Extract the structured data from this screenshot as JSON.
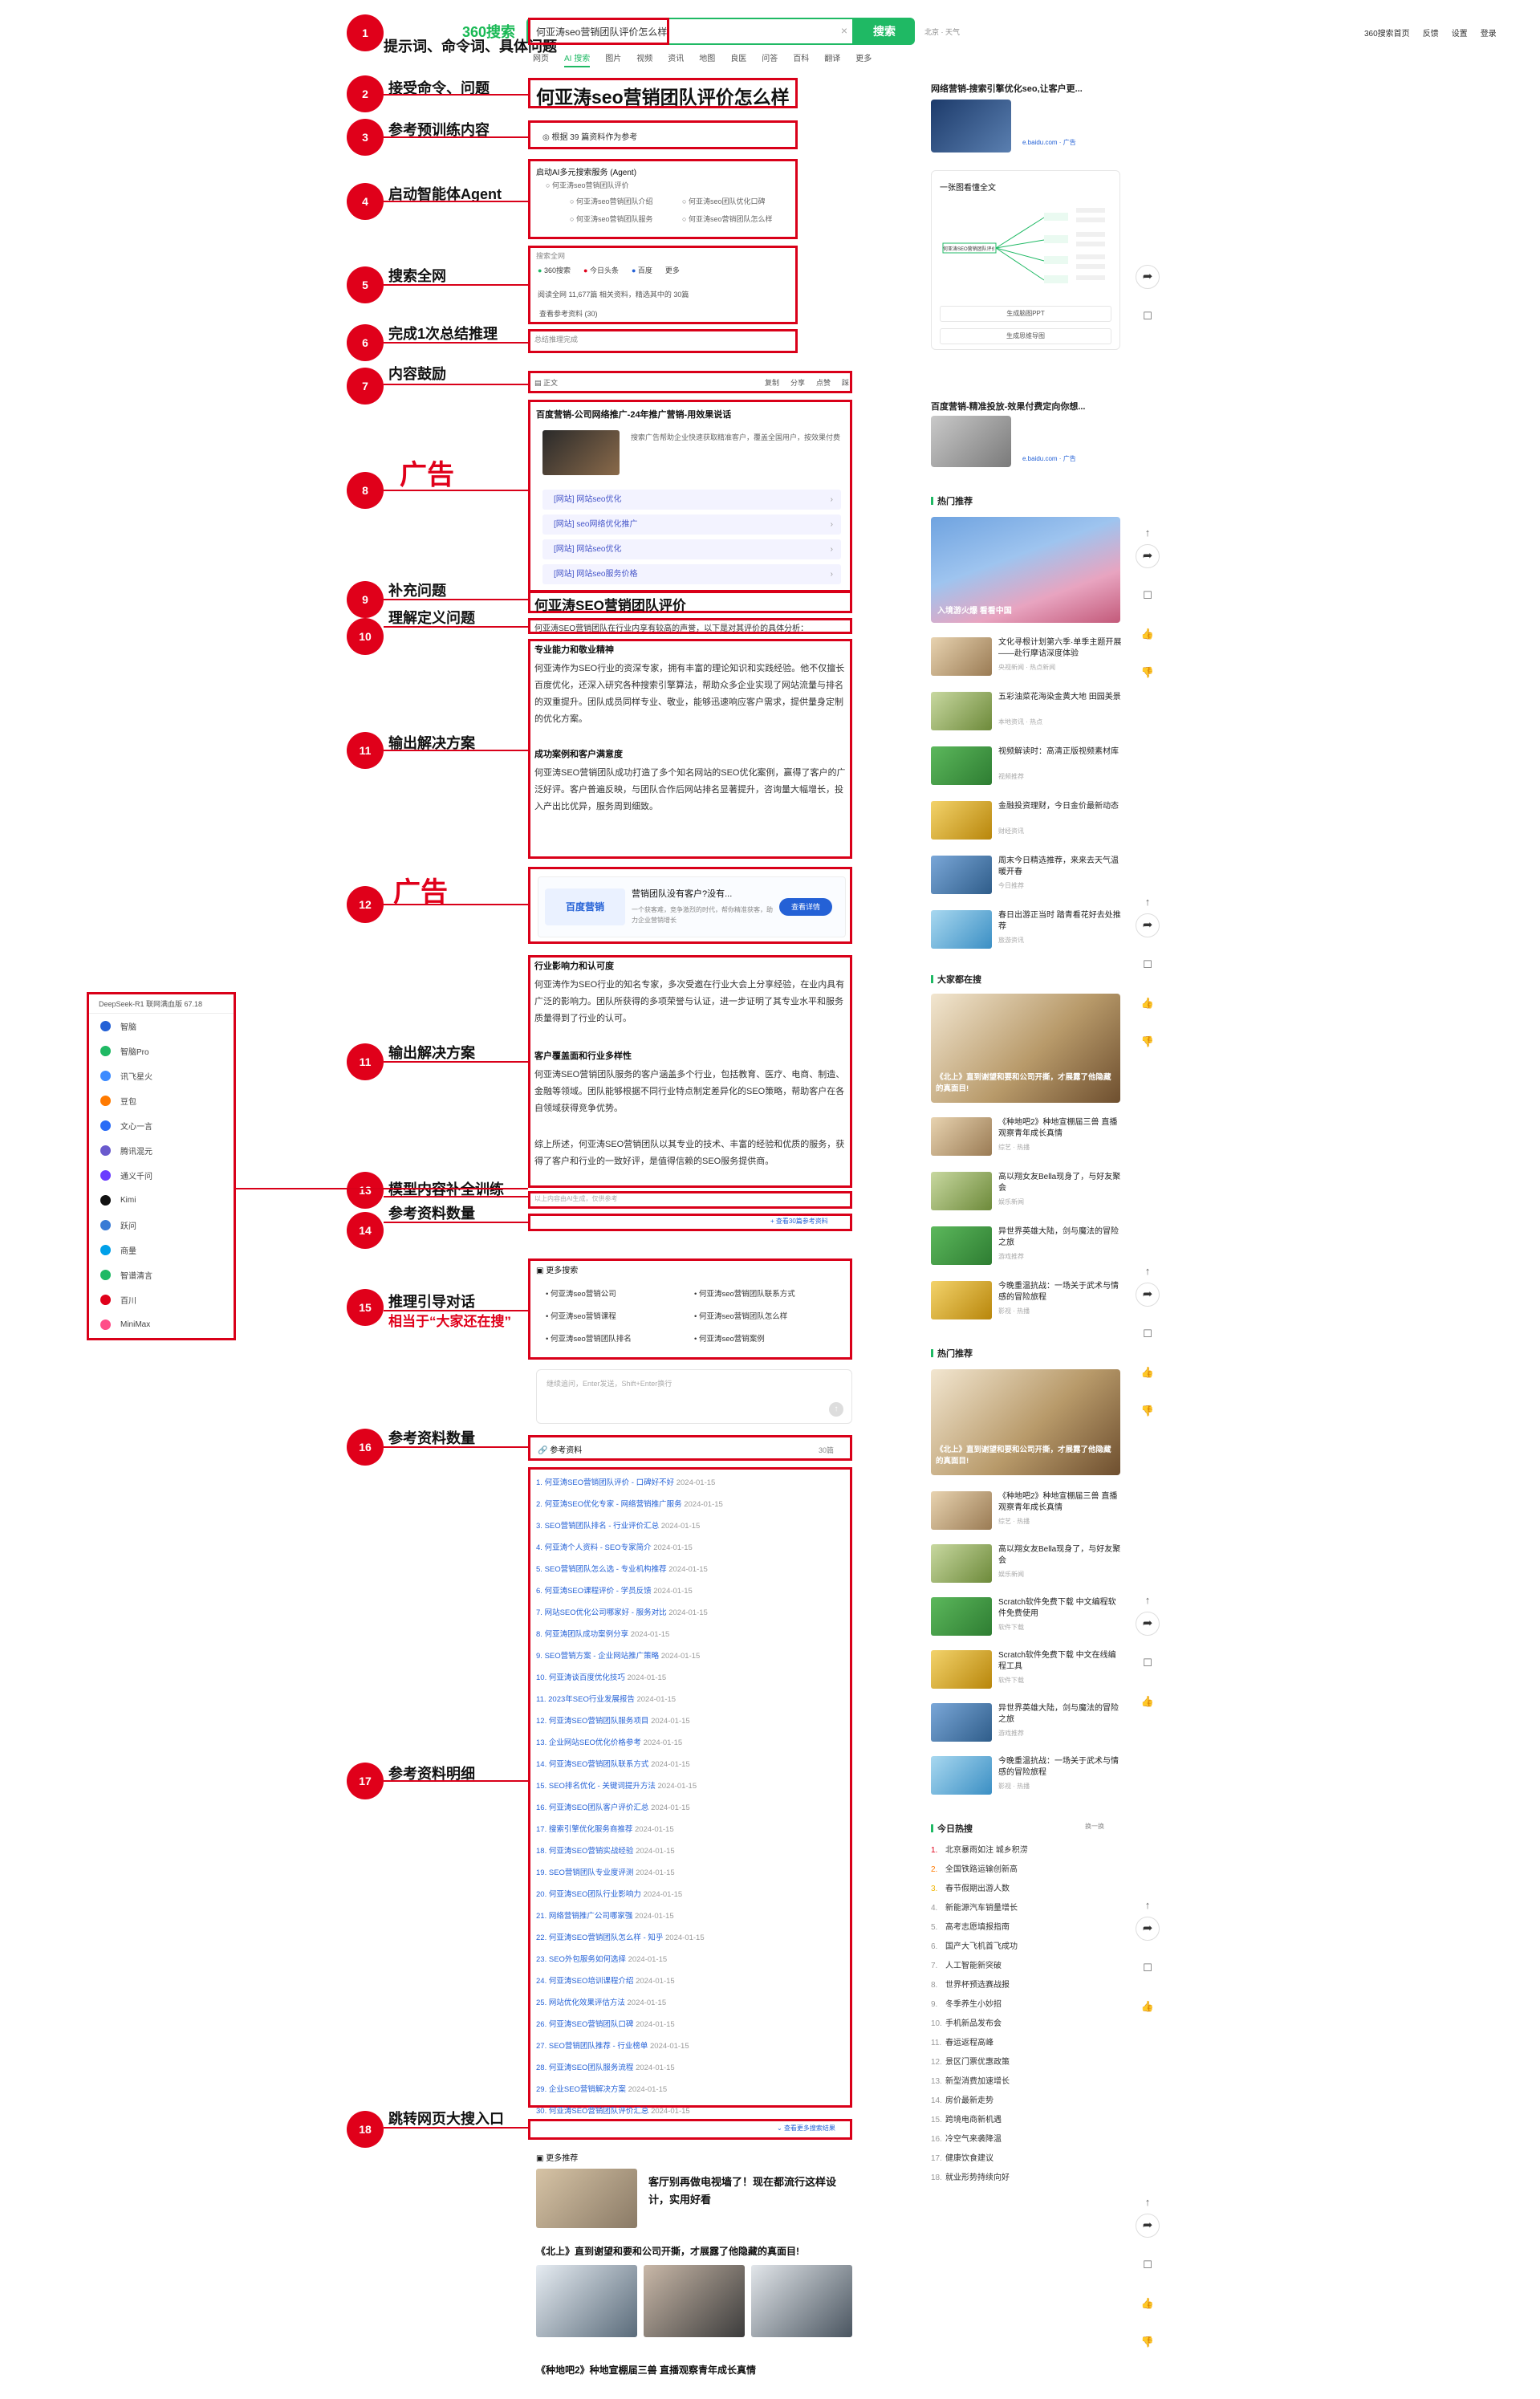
{
  "search": {
    "logo": "360搜索",
    "query": "何亚涛seo营销团队评价怎么样",
    "button": "搜索",
    "weather": "北京 · 天气"
  },
  "top_links": [
    "360搜索首页",
    "反馈",
    "设置",
    "登录"
  ],
  "nav_tabs": [
    "网页",
    "AI 搜索",
    "图片",
    "视频",
    "资讯",
    "地图",
    "良医",
    "问答",
    "百科",
    "翻译",
    "更多"
  ],
  "annotations": [
    {
      "n": "1",
      "label": "提示词、命令词、具体问题"
    },
    {
      "n": "2",
      "label": "接受命令、问题"
    },
    {
      "n": "3",
      "label": "参考预训练内容"
    },
    {
      "n": "4",
      "label": "启动智能体Agent"
    },
    {
      "n": "5",
      "label": "搜索全网"
    },
    {
      "n": "6",
      "label": "完成1次总结推理"
    },
    {
      "n": "7",
      "label": "内容鼓励"
    },
    {
      "n": "8",
      "label": "广告"
    },
    {
      "n": "9",
      "label": "补充问题"
    },
    {
      "n": "10",
      "label": "理解定义问题"
    },
    {
      "n": "11",
      "label": "输出解决方案"
    },
    {
      "n": "12",
      "label": "广告"
    },
    {
      "n": "11",
      "label": "输出解决方案"
    },
    {
      "n": "13",
      "label": "模型内容补全训练"
    },
    {
      "n": "14",
      "label": "参考资料数量"
    },
    {
      "n": "15",
      "label": "推理引导对话"
    },
    {
      "n": "16",
      "label": "参考资料数量"
    },
    {
      "n": "17",
      "label": "参考资料明细"
    },
    {
      "n": "18",
      "label": "跳转网页大搜入口"
    }
  ],
  "annotation_note_15": "相当于“大家还在搜”",
  "answer": {
    "title": "何亚涛seo营销团队评价怎么样",
    "pretrain": "根据 39 篇资料作为参考",
    "agent_title": "启动AI多元搜索服务 (Agent)",
    "agent_items": [
      "何亚涛seo营销团队评价",
      "何亚涛seo营销团队介绍",
      "何亚涛seo团队优化口碑",
      "何亚涛seo营销团队服务",
      "何亚涛seo营销团队怎么样"
    ],
    "search_title": "搜索全网",
    "search_sources": [
      "360搜索",
      "今日头条",
      "百度",
      "更多"
    ],
    "search_stats": "阅读全网 11,677篇 相关资料，精选其中的 30篇",
    "search_footer": "查看参考资料 (30)",
    "summary_status": "总结推理完成",
    "tool_label": "正文",
    "tool_actions": [
      "复制",
      "分享",
      "点赞",
      "踩"
    ],
    "ad1_title": "百度营销-公司网络推广-24年推广营销-用效果说话",
    "ad1_desc": "搜索广告帮助企业快速获取精准客户，覆盖全国用户，按效果付费",
    "ad1_rows": [
      "[网站] 网站seo优化",
      "[网站] seo网络优化推广",
      "[网站] 网站seo优化",
      "[网站] 网站seo服务价格"
    ],
    "supp_title": "何亚涛SEO营销团队评价",
    "define_line": "何亚涛SEO营销团队在行业内享有较高的声誉，以下是对其评价的具体分析：",
    "section1_head": "专业能力和敬业精神",
    "section1_text": "何亚涛作为SEO行业的资深专家，拥有丰富的理论知识和实践经验。他不仅擅长百度优化，还深入研究各种搜索引擎算法，帮助众多企业实现了网站流量与排名的双重提升。团队成员同样专业、敬业，能够迅速响应客户需求，提供量身定制的优化方案。",
    "section2_head": "成功案例和客户满意度",
    "section2_text": "何亚涛SEO营销团队成功打造了多个知名网站的SEO优化案例，赢得了客户的广泛好评。客户普遍反映，与团队合作后网站排名显著提升，咨询量大幅增长，投入产出比优异，服务周到细致。",
    "ad2_brand": "百度营销",
    "ad2_title": "营销团队没有客户?没有...",
    "ad2_desc": "一个获客难，竞争激烈的时代，帮你精准获客，助力企业营销增长",
    "ad2_button": "查看详情",
    "section3_head": "行业影响力和认可度",
    "section3_text": "何亚涛作为SEO行业的知名专家，多次受邀在行业大会上分享经验，在业内具有广泛的影响力。团队所获得的多项荣誉与认证，进一步证明了其专业水平和服务质量得到了行业的认可。",
    "section4_head": "客户覆盖面和行业多样性",
    "section4_text": "何亚涛SEO营销团队服务的客户涵盖多个行业，包括教育、医疗、电商、制造、金融等领域。团队能够根据不同行业特点制定差异化的SEO策略，帮助客户在各自领域获得竞争优势。",
    "conclusion": "综上所述，何亚涛SEO营销团队以其专业的技术、丰富的经验和优质的服务，获得了客户和行业的一致好评，是值得信赖的SEO服务提供商。",
    "model_note": "以上内容由AI生成，仅供参考",
    "ref_count_btn": "查看30篇参考资料",
    "more_title": "更多搜索",
    "more_items": [
      "何亚涛seo营销公司",
      "何亚涛seo营销团队联系方式",
      "何亚涛seo营销课程",
      "何亚涛seo营销团队怎么样",
      "何亚涛seo营销团队排名",
      "何亚涛seo营销案例"
    ],
    "input_placeholder": "继续追问，Enter发送，Shift+Enter换行",
    "refs_title": "参考资料",
    "refs_count": "30篇",
    "refs": [
      "何亚涛SEO营销团队评价 - 口碑好不好",
      "何亚涛SEO优化专家 - 网络营销推广服务",
      "SEO营销团队排名 - 行业评价汇总",
      "何亚涛个人资料 - SEO专家简介",
      "SEO营销团队怎么选 - 专业机构推荐",
      "何亚涛SEO课程评价 - 学员反馈",
      "网站SEO优化公司哪家好 - 服务对比",
      "何亚涛团队成功案例分享",
      "SEO营销方案 - 企业网站推广策略",
      "何亚涛谈百度优化技巧",
      "2023年SEO行业发展报告",
      "何亚涛SEO营销团队服务项目",
      "企业网站SEO优化价格参考",
      "何亚涛SEO营销团队联系方式",
      "SEO排名优化 - 关键词提升方法",
      "何亚涛SEO团队客户评价汇总",
      "搜索引擎优化服务商推荐",
      "何亚涛SEO营销实战经验",
      "SEO营销团队专业度评测",
      "何亚涛SEO团队行业影响力",
      "网络营销推广公司哪家强",
      "何亚涛SEO营销团队怎么样 - 知乎",
      "SEO外包服务如何选择",
      "何亚涛SEO培训课程介绍",
      "网站优化效果评估方法",
      "何亚涛SEO营销团队口碑",
      "SEO营销团队推荐 - 行业榜单",
      "何亚涛SEO团队服务流程",
      "企业SEO营销解决方案",
      "何亚涛SEO营销团队评价汇总"
    ],
    "refs_date": "2024-01-15",
    "jump_btn": "查看更多搜索结果",
    "rec_title": "更多推荐",
    "rec_item1": "客厅别再做电视墙了！现在都流行这样设计，实用好看",
    "rec_item2": "《北上》直到谢望和要和公司开撕，才展露了他隐藏的真面目!",
    "rec_item3": "《种地吧2》种地宣棚届三兽 直播观察青年成长真情"
  },
  "left_panel": {
    "header": "DeepSeek-R1 联网满血版 67.18",
    "items": [
      "智脑",
      "智脑Pro",
      "讯飞星火",
      "豆包",
      "文心一言",
      "腾讯混元",
      "通义千问",
      "Kimi",
      "跃问",
      "商量",
      "智谱清言",
      "百川",
      "MiniMax"
    ]
  },
  "right": {
    "card1_title": "网络营销-搜索引擎优化seo,让客户更...",
    "card1_sub": "e.baidu.com · 广告",
    "mind_title": "一张图看懂全文",
    "mind_center": "何亚涛SEO营销团队评价",
    "mind_btn1": "生成脑图PPT",
    "mind_btn2": "生成思维导图",
    "card2_title": "百度营销-精准投放-效果付费定向你想...",
    "card2_sub": "e.baidu.com · 广告",
    "hot_title": "热门推荐",
    "hot_img_caption": "入境游火爆 看看中国",
    "news": [
      {
        "t": "文化寻根计划第六季·单季主题开展——赴行摩诘深度体验",
        "s": "央视新闻 · 热点新闻"
      },
      {
        "t": "五彩油菜花海染金黄大地 田园美景",
        "s": "本地资讯 · 热点"
      },
      {
        "t": "视频解读时：高清正版视频素材库",
        "s": "视频推荐"
      },
      {
        "t": "金融投资理财，今日金价最新动态",
        "s": "财经资讯"
      },
      {
        "t": "周末今日精选推荐，来来去天气温暖开春",
        "s": "今日推荐"
      },
      {
        "t": "春日出游正当时 踏青看花好去处推荐",
        "s": "旅游资讯"
      }
    ],
    "big_title": "大家都在搜",
    "big_caption": "《北上》直到谢望和要和公司开撕，才展露了他隐藏的真面目!",
    "news2": [
      {
        "t": "《种地吧2》种地宣棚届三兽 直播观察青年成长真情",
        "s": "综艺 · 热播"
      },
      {
        "t": "高以翔女友Bella现身了，与好友聚会",
        "s": "娱乐新闻"
      },
      {
        "t": "异世界英雄大陆，剑与魔法的冒险之旅",
        "s": "游戏推荐"
      },
      {
        "t": "今晚重温抗战：一场关于武术与情感的冒险旅程",
        "s": "影视 · 热播"
      }
    ],
    "hot2_title": "热门推荐",
    "hot2_caption": "《北上》直到谢望和要和公司开撕，才展露了他隐藏的真面目!",
    "news3": [
      {
        "t": "《种地吧2》种地宣棚届三兽 直播观察青年成长真情",
        "s": "综艺 · 热播"
      },
      {
        "t": "高以翔女友Bella现身了，与好友聚会",
        "s": "娱乐新闻"
      },
      {
        "t": "Scratch软件免费下载 中文编程软件免费使用",
        "s": "软件下载"
      },
      {
        "t": "Scratch软件免费下载 中文在线编程工具",
        "s": "软件下载"
      },
      {
        "t": "异世界英雄大陆，剑与魔法的冒险之旅",
        "s": "游戏推荐"
      },
      {
        "t": "今晚重温抗战：一场关于武术与情感的冒险旅程",
        "s": "影视 · 热播"
      }
    ],
    "today_title": "今日热搜",
    "today_action": "换一换",
    "today": [
      "北京暴雨如注 城乡积涝",
      "全国铁路运输创新高",
      "春节假期出游人数",
      "新能源汽车销量增长",
      "高考志愿填报指南",
      "国产大飞机首飞成功",
      "人工智能新突破",
      "世界杯预选赛战报",
      "冬季养生小妙招",
      "手机新品发布会",
      "春运返程高峰",
      "景区门票优惠政策",
      "新型消费加速增长",
      "房价最新走势",
      "跨境电商新机遇",
      "冷空气来袭降温",
      "健康饮食建议",
      "就业形势持续向好"
    ]
  }
}
